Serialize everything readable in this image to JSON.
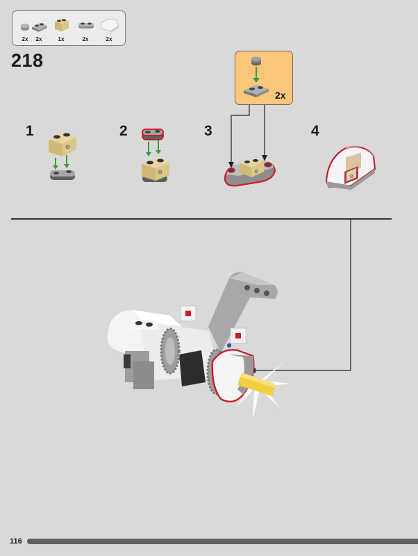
{
  "parts_list": [
    {
      "icon": "round-plate-gray",
      "qty": "2x"
    },
    {
      "icon": "plate-1x2-gray",
      "qty": "2x"
    },
    {
      "icon": "brick-1x2-tan",
      "qty": "1x"
    },
    {
      "icon": "plate-1x2-rounded-gray",
      "qty": "2x"
    },
    {
      "icon": "curved-slope-white",
      "qty": "2x"
    }
  ],
  "step_number": "218",
  "substeps": [
    {
      "number": "1"
    },
    {
      "number": "2"
    },
    {
      "number": "3"
    },
    {
      "number": "4"
    }
  ],
  "callout": {
    "multiplier": "2x"
  },
  "page_number": "116",
  "colors": {
    "background": "#d9d9d9",
    "callout": "#f9c67a",
    "highlight": "#c8202a",
    "arrow_green": "#3a9a3a"
  }
}
